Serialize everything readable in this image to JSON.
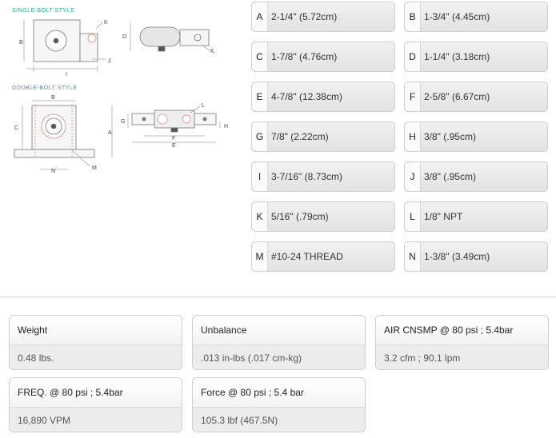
{
  "diagram": {
    "single_title": "SINGLE-BOLT STYLE",
    "double_title": "DOUBLE-BOLT STYLE",
    "labels": {
      "K": "K",
      "B": "B",
      "D": "D",
      "J": "J",
      "I": "I",
      "L": "L",
      "G": "G",
      "H": "H",
      "F": "F",
      "E": "E",
      "C": "C",
      "A": "A",
      "N": "N",
      "M": "M"
    }
  },
  "dimensions": [
    {
      "letter": "A",
      "value": "2-1/4\" (5.72cm)"
    },
    {
      "letter": "B",
      "value": "1-3/4\" (4.45cm)"
    },
    {
      "letter": "C",
      "value": "1-7/8\" (4.76cm)"
    },
    {
      "letter": "D",
      "value": "1-1/4\" (3.18cm)"
    },
    {
      "letter": "E",
      "value": "4-7/8\" (12.38cm)"
    },
    {
      "letter": "F",
      "value": "2-5/8\" (6.67cm)"
    },
    {
      "letter": "G",
      "value": "7/8\" (2.22cm)"
    },
    {
      "letter": "H",
      "value": "3/8\" (.95cm)"
    },
    {
      "letter": "I",
      "value": "3-7/16\" (8.73cm)"
    },
    {
      "letter": "J",
      "value": "3/8\" (.95cm)"
    },
    {
      "letter": "K",
      "value": "5/16\" (.79cm)"
    },
    {
      "letter": "L",
      "value": "1/8\" NPT"
    },
    {
      "letter": "M",
      "value": "#10-24 THREAD"
    },
    {
      "letter": "N",
      "value": "1-3/8\" (3.49cm)"
    }
  ],
  "specs": [
    {
      "label": "Weight",
      "value": "0.48 lbs."
    },
    {
      "label": "Unbalance",
      "value": ".013 in-lbs (.017 cm-kg)"
    },
    {
      "label": "AIR CNSMP @ 80 psi ; 5.4bar",
      "value": "3.2 cfm ; 90.1 lpm"
    },
    {
      "label": "FREQ. @ 80 psi ; 5.4bar",
      "value": "16,890 VPM"
    },
    {
      "label": "Force @ 80 psi ; 5.4 bar",
      "value": "105.3 lbf (467.5N)"
    }
  ]
}
